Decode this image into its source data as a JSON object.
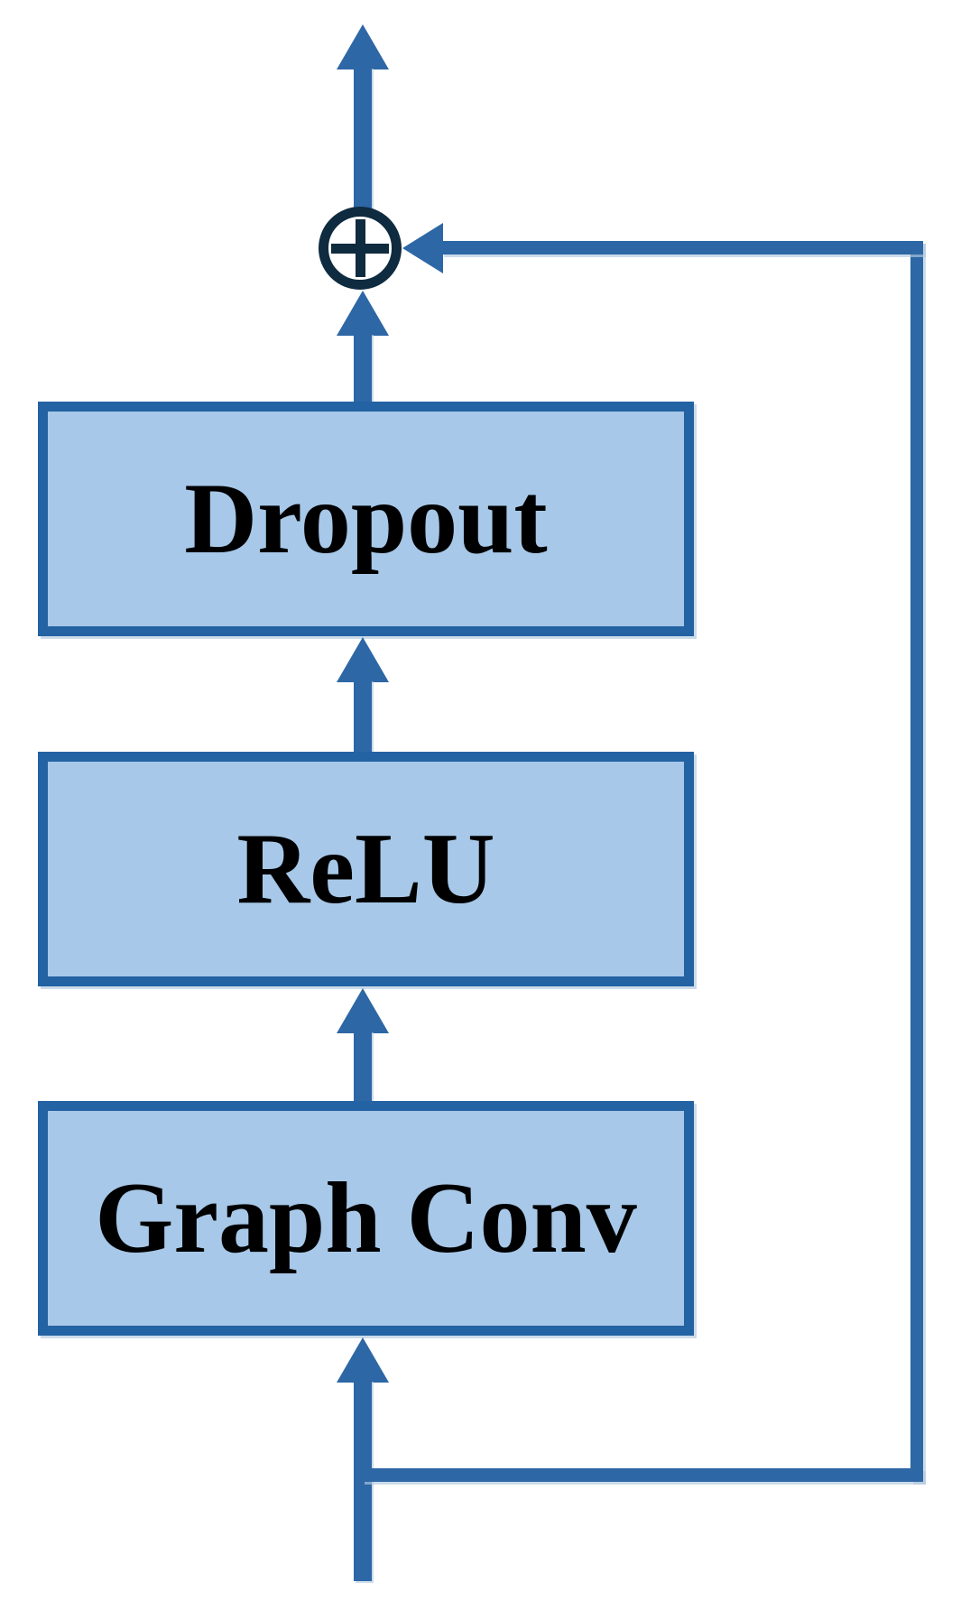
{
  "diagram": {
    "name": "residual-graph-convolution-block",
    "blocks": [
      {
        "id": "dropout",
        "label": "Dropout"
      },
      {
        "id": "relu",
        "label": "ReLU"
      },
      {
        "id": "graph-conv",
        "label": "Graph Conv"
      }
    ],
    "operator": {
      "id": "add",
      "symbol": "⊕"
    },
    "edges": [
      {
        "from": "input",
        "to": "graph-conv"
      },
      {
        "from": "graph-conv",
        "to": "relu"
      },
      {
        "from": "relu",
        "to": "dropout"
      },
      {
        "from": "dropout",
        "to": "add"
      },
      {
        "from": "input",
        "to": "add",
        "kind": "skip-connection"
      },
      {
        "from": "add",
        "to": "output"
      }
    ],
    "colors": {
      "arrow": "#2d67a5",
      "box_border": "#2362a3",
      "box_fill": "#a7c8e8",
      "operator": "#0f2b3f",
      "label_text": "#000000",
      "background": "#ffffff"
    }
  }
}
